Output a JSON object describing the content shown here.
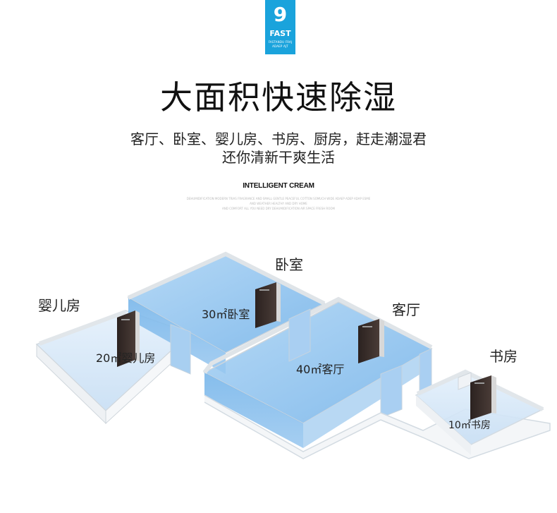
{
  "badge": {
    "number": "9",
    "word": "FAST",
    "sub1": "FASTANDU FRAJ",
    "sub2": "ADAEP AJT"
  },
  "header": {
    "title": "大面积快速除湿",
    "line1": "客厅、卧室、婴儿房、书房、厨房，赶走潮湿君",
    "line2": "还你清新干爽生活",
    "tagline": "INTELLIGENT CREAM",
    "fine1": "DEHUMIDIFICATION MODERN TRIAS FRAGRANCE AND SMALL GENTLE PEACEFUL COTTON SOMUCH WIDE ADAEP ADEP ADAP ESME",
    "fine2": "AND WEATHER HEALTHY AND DRY HOME",
    "fine3": "AND COMFORT ALL YOU NEED DRY DEHUMIDIFICATION AIR SPACE FRESH ROOM"
  },
  "rooms": {
    "bedroom_title": "卧室",
    "nursery_title": "婴儿房",
    "living_title": "客厅",
    "study_title": "书房",
    "bedroom_area": "30㎡卧室",
    "nursery_area": "20㎡婴儿房",
    "living_area": "40㎡客厅",
    "study_area": "10㎡书房"
  },
  "colors": {
    "badge": "#1aa3dc",
    "zone": "#8ec3ee",
    "wall": "#e9ecef",
    "device": "#3a2f2b"
  }
}
